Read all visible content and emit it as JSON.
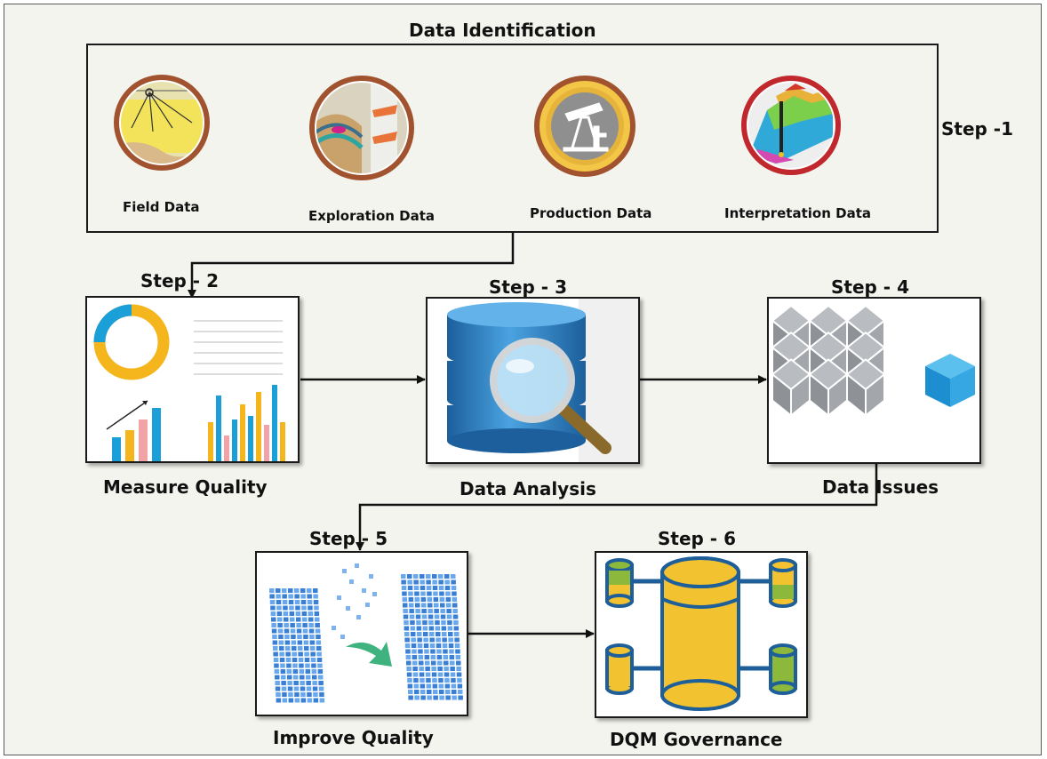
{
  "step1": {
    "title": "Data Identification",
    "step_label": "Step -1",
    "items": [
      {
        "label": "Field Data",
        "ring_color": "#a1522e"
      },
      {
        "label": "Exploration Data",
        "ring_color": "#a1522e"
      },
      {
        "label": "Production Data",
        "ring_color": "#a1522e"
      },
      {
        "label": "Interpretation Data",
        "ring_color": "#c0282d"
      }
    ]
  },
  "steps": [
    {
      "step_label": "Step - 2",
      "caption": "Measure Quality"
    },
    {
      "step_label": "Step - 3",
      "caption": "Data Analysis"
    },
    {
      "step_label": "Step - 4",
      "caption": "Data Issues"
    },
    {
      "step_label": "Step - 5",
      "caption": "Improve Quality"
    },
    {
      "step_label": "Step - 6",
      "caption": "DQM Governance"
    }
  ],
  "colors": {
    "background": "#f4f4ee",
    "chart_blue": "#1b9fd9",
    "chart_yellow": "#f4b61c",
    "chart_pink": "#f2a3a8",
    "db_blue": "#2b7fc4",
    "cube_gray": "#8e9196",
    "dqm_yellow": "#f2c230",
    "dqm_green": "#8cb83c",
    "dqm_outline": "#1e5f9a"
  }
}
